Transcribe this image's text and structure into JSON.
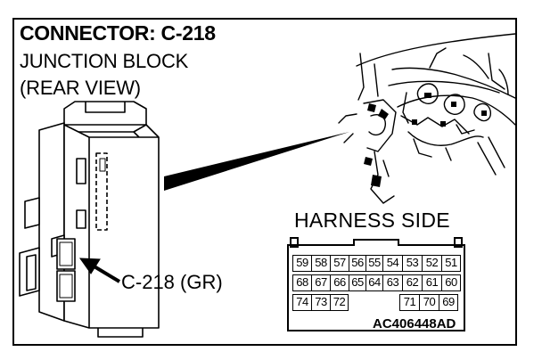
{
  "title": "CONNECTOR: C-218",
  "subtitle_lines": [
    "JUNCTION BLOCK",
    "(REAR VIEW)"
  ],
  "callout_label": "C-218 (GR)",
  "harness_title": "HARNESS SIDE",
  "figure_code": "AC406448AD",
  "connector": {
    "row1": [
      "59",
      "58",
      "57",
      "56",
      "55",
      "54",
      "53",
      "52",
      "51"
    ],
    "row2": [
      "68",
      "67",
      "66",
      "65",
      "64",
      "63",
      "62",
      "61",
      "60"
    ],
    "row3_left": [
      "74",
      "73",
      "72"
    ],
    "row3_right": [
      "71",
      "70",
      "69"
    ]
  }
}
